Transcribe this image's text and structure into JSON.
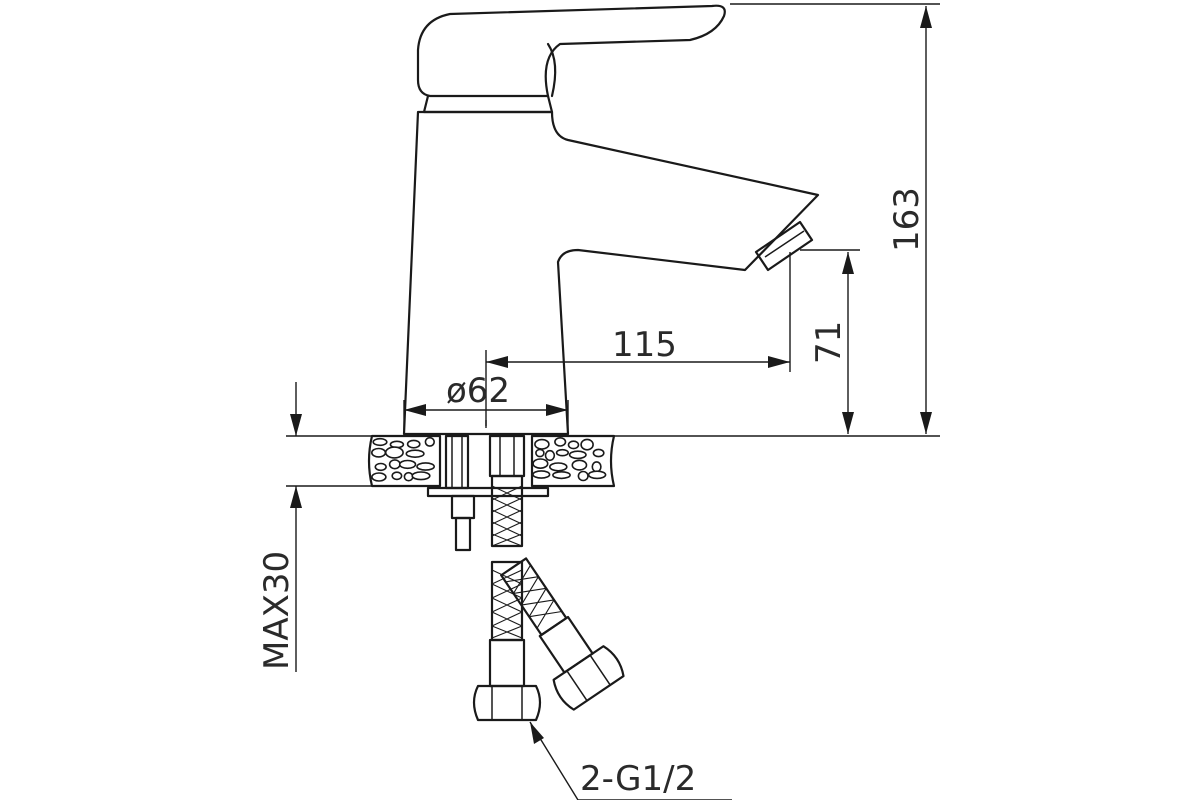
{
  "dimensions": {
    "total_height": "163",
    "spout_height": "71",
    "spout_reach": "115",
    "base_diameter": "ø62",
    "max_countertop_thickness": "MAX30",
    "connection": "2-G1/2"
  }
}
